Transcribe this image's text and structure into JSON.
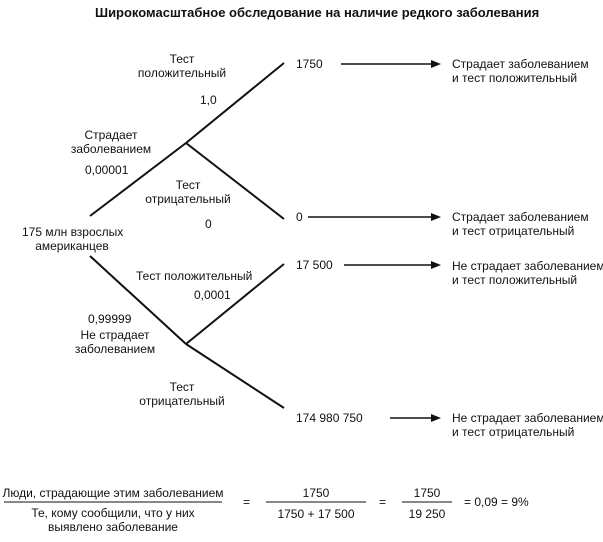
{
  "title": "Широкомасштабное обследование на наличие редкого заболевания",
  "root": {
    "label_line1": "175 млн взрослых",
    "label_line2": "американцев"
  },
  "branch_sick": {
    "label_line1": "Страдает",
    "label_line2": "заболеванием",
    "probability": "0,00001"
  },
  "branch_not_sick": {
    "probability": "0,99999",
    "label_line1": "Не страдает",
    "label_line2": "заболеванием"
  },
  "sick_test_pos": {
    "label_line1": "Тест",
    "label_line2": "положительный",
    "probability": "1,0",
    "count": "1750",
    "outcome_line1": "Страдает заболеванием",
    "outcome_line2": "и тест положительный"
  },
  "sick_test_neg": {
    "label_line1": "Тест",
    "label_line2": "отрицательный",
    "probability": "0",
    "count": "0",
    "outcome_line1": "Страдает заболеванием",
    "outcome_line2": "и тест отрицательный"
  },
  "healthy_test_pos": {
    "label": "Тест положительный",
    "probability": "0,0001",
    "count": "17 500",
    "outcome_line1": "Не страдает заболеванием",
    "outcome_line2": "и тест положительный"
  },
  "healthy_test_neg": {
    "label_line1": "Тест",
    "label_line2": "отрицательный",
    "count": "174 980 750",
    "outcome_line1": "Не страдает заболеванием",
    "outcome_line2": "и тест отрицательный"
  },
  "formula": {
    "numerator_text": "Люди, страдающие этим заболеванием",
    "denominator_line1": "Те, кому сообщили, что у них",
    "denominator_line2": "выявлено заболевание",
    "eq1": "=",
    "frac1_num": "1750",
    "frac1_den": "1750 + 17 500",
    "eq2": "=",
    "frac2_num": "1750",
    "frac2_den": "19 250",
    "result": "= 0,09 = 9%"
  }
}
